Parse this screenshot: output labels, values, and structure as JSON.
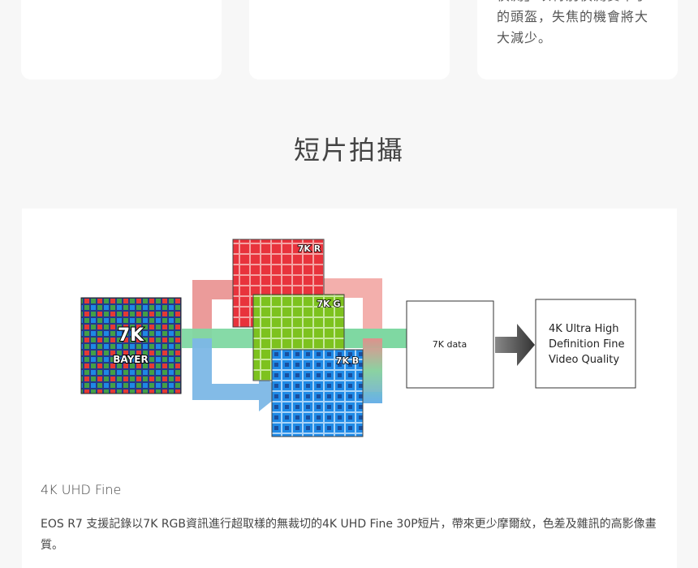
{
  "top_cards": [
    {
      "text": ""
    },
    {
      "text": ""
    },
    {
      "text": "偵測」以特別偵測賽車手的頭盔，失焦的機會將大大減少。"
    }
  ],
  "section": {
    "title": "短片拍攝"
  },
  "diagram": {
    "bayer_label_big": "7K",
    "bayer_label_small": "BAYER",
    "r_label": "7K R",
    "g_label": "7K G",
    "b_label": "7K B",
    "data_box_label": "7K data",
    "output_line1": "4K Ultra High",
    "output_line2": "Definition Fine",
    "output_line3": "Video Quality"
  },
  "feature": {
    "title": "4K UHD Fine",
    "description": "EOS R7 支援記錄以7K RGB資訊進行超取樣的無裁切的4K UHD Fine 30P短片，帶來更少摩爾紋，色差及雜訊的高影像畫質。"
  },
  "colors": {
    "red": "#e8464d",
    "green": "#8cc63f",
    "blue": "#2b8fe0",
    "bayer_bg": "#2a3f8f"
  }
}
